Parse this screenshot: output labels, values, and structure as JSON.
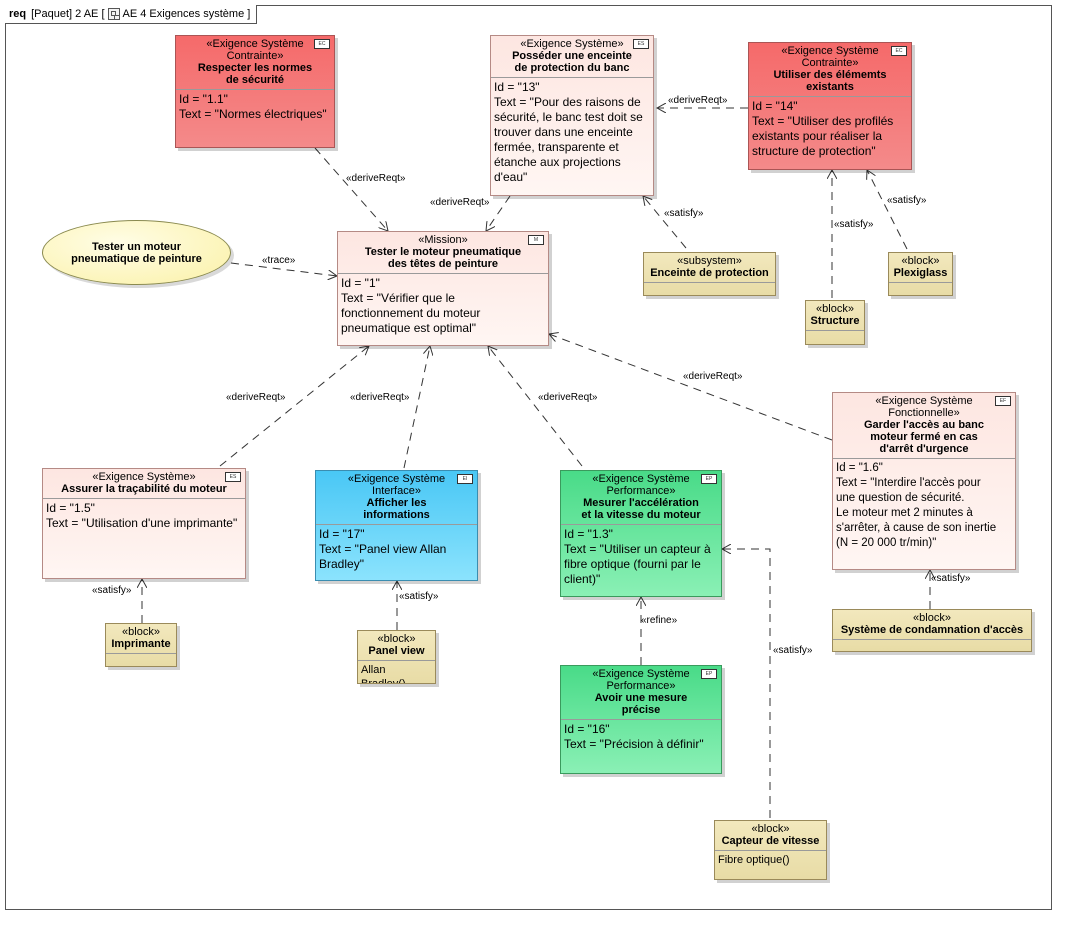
{
  "frame": {
    "kind": "req",
    "context": "[Paquet] 2 AE [",
    "diagram_name": "AE 4 Exigences système ]"
  },
  "nodes": {
    "n1_1": {
      "stereo": "«Exigence Système\nContrainte»",
      "badge": "EC",
      "name": "Respecter les normes\nde sécurité",
      "props": "Id = \"1.1\"\nText = \"Normes électriques\"",
      "fill": "#f56a6a"
    },
    "n13": {
      "stereo": "«Exigence Système»",
      "badge": "ES",
      "name": "Posséder une enceinte\nde protection du banc",
      "props": "Id = \"13\"\nText = \"Pour des raisons de\nsécurité, le banc test doit se\ntrouver dans une enceinte\nfermée, transparente et\nétanche aux projections\nd'eau\"",
      "fill": "#fde6e1"
    },
    "n14": {
      "stereo": "«Exigence Système\nContrainte»",
      "badge": "EC",
      "name": "Utiliser des élémemts\nexistants",
      "props": "Id = \"14\"\nText = \"Utiliser des profilés\nexistants pour réaliser la\nstructure de protection\"",
      "fill": "#f56a6a"
    },
    "n1": {
      "stereo": "«Mission»",
      "badge": "M",
      "name": "Tester le moteur pneumatique\ndes têtes de peinture",
      "props": "Id = \"1\"\nText = \"Vérifier que le\nfonctionnement du moteur\npneumatique est optimal\"",
      "fill": "#fde6e1"
    },
    "n1_5": {
      "stereo": "«Exigence Système»",
      "badge": "ES",
      "name": "Assurer la traçabilité du moteur",
      "props": "Id = \"1.5\"\nText = \"Utilisation d'une imprimante\"",
      "fill": "#fde6e1"
    },
    "n17": {
      "stereo": "«Exigence Système\nInterface»",
      "badge": "EI",
      "name": "Afficher les\ninformations",
      "props": "Id = \"17\"\nText = \"Panel view Allan\nBradley\"",
      "fill": "#49c7f5"
    },
    "n1_3": {
      "stereo": "«Exigence Système\nPerformance»",
      "badge": "EP",
      "name": "Mesurer l'accélération\net la vitesse du moteur",
      "props": "Id = \"1.3\"\nText = \"Utiliser un capteur à\nfibre optique (fourni par le\nclient)\"",
      "fill": "#49db88"
    },
    "n1_6": {
      "stereo": "«Exigence Système\nFonctionnelle»",
      "badge": "EF",
      "name": "Garder l'accès au banc\nmoteur fermé en cas\nd'arrêt d'urgence",
      "props": "Id = \"1.6\"\nText = \"Interdire l'accès pour\nune question de sécurité.\nLe moteur met 2 minutes à\ns'arrêter, à cause de son inertie\n(N = 20 000 tr/min)\"",
      "fill": "#fde6e1"
    },
    "n16": {
      "stereo": "«Exigence Système\nPerformance»",
      "badge": "EP",
      "name": "Avoir une mesure\nprécise",
      "props": "Id = \"16\"\nText = \"Précision à définir\"",
      "fill": "#49db88"
    }
  },
  "blocks": {
    "enceinte": {
      "stereo": "«subsystem»",
      "name": "Enceinte de protection",
      "ops": ""
    },
    "plexiglass": {
      "stereo": "«block»",
      "name": "Plexiglass",
      "ops": ""
    },
    "structure": {
      "stereo": "«block»",
      "name": "Structure",
      "ops": ""
    },
    "imprimante": {
      "stereo": "«block»",
      "name": "Imprimante",
      "ops": ""
    },
    "panelview": {
      "stereo": "«block»",
      "name": "Panel view",
      "ops": "Allan Bradley()"
    },
    "condamnation": {
      "stereo": "«block»",
      "name": "Système de condamnation d'accès",
      "ops": ""
    },
    "capteur": {
      "stereo": "«block»",
      "name": "Capteur de vitesse",
      "ops": "Fibre optique()"
    }
  },
  "usecase": {
    "name": "Tester un moteur\npneumatique de peinture"
  },
  "relations": {
    "derive": "«deriveReqt»",
    "trace": "«trace»",
    "satisfy": "«satisfy»",
    "refine": "«refine»"
  },
  "colors": {
    "line": "#333333",
    "frame": "#555555"
  }
}
